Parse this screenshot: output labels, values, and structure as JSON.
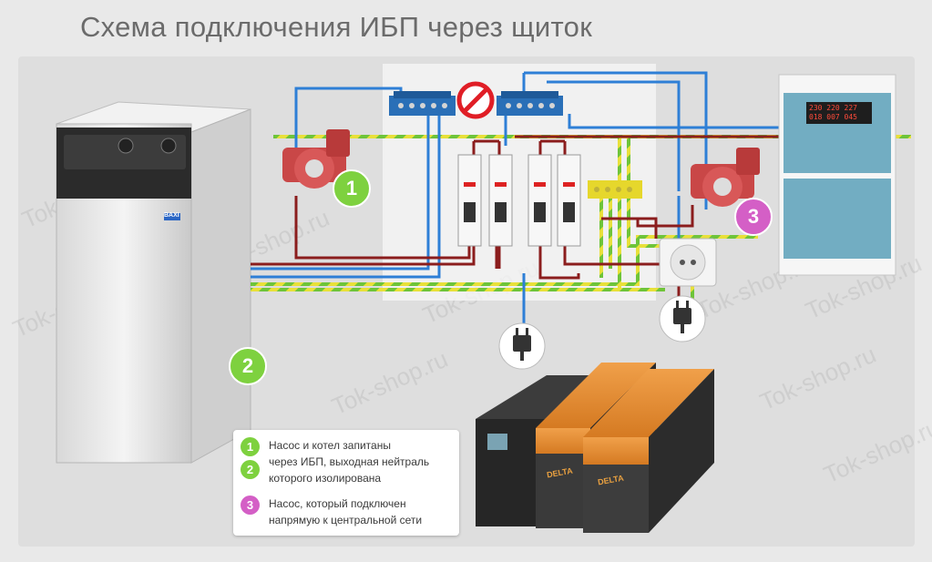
{
  "title": "Схема подключения ИБП через щиток",
  "colors": {
    "phase": "#8b1d1d",
    "neutral": "#2e7fd6",
    "ground_yellow": "#e8e03a",
    "ground_green": "#6ec43a",
    "badge_green": "#7ed13f",
    "badge_pink": "#d45fc6"
  },
  "badges": {
    "one": "1",
    "two": "2",
    "three": "3"
  },
  "devices": {
    "meter_line1": "230 220 227",
    "meter_line2": "018 007 045",
    "boiler_brand": "BAXI",
    "battery_brand": "DELTA",
    "plug_icon": "plug-icon",
    "no_icon": "prohibited-icon"
  },
  "legend": {
    "items": [
      {
        "badges": [
          "1",
          "2"
        ],
        "lines": [
          "Насос и котел запитаны",
          "через ИБП, выходная нейтраль",
          "которого изолирована"
        ]
      },
      {
        "badges": [
          "3"
        ],
        "lines": [
          "Насос, который подключен",
          "напрямую к центральной сети"
        ]
      }
    ]
  },
  "watermark": "Tok-shop.ru"
}
